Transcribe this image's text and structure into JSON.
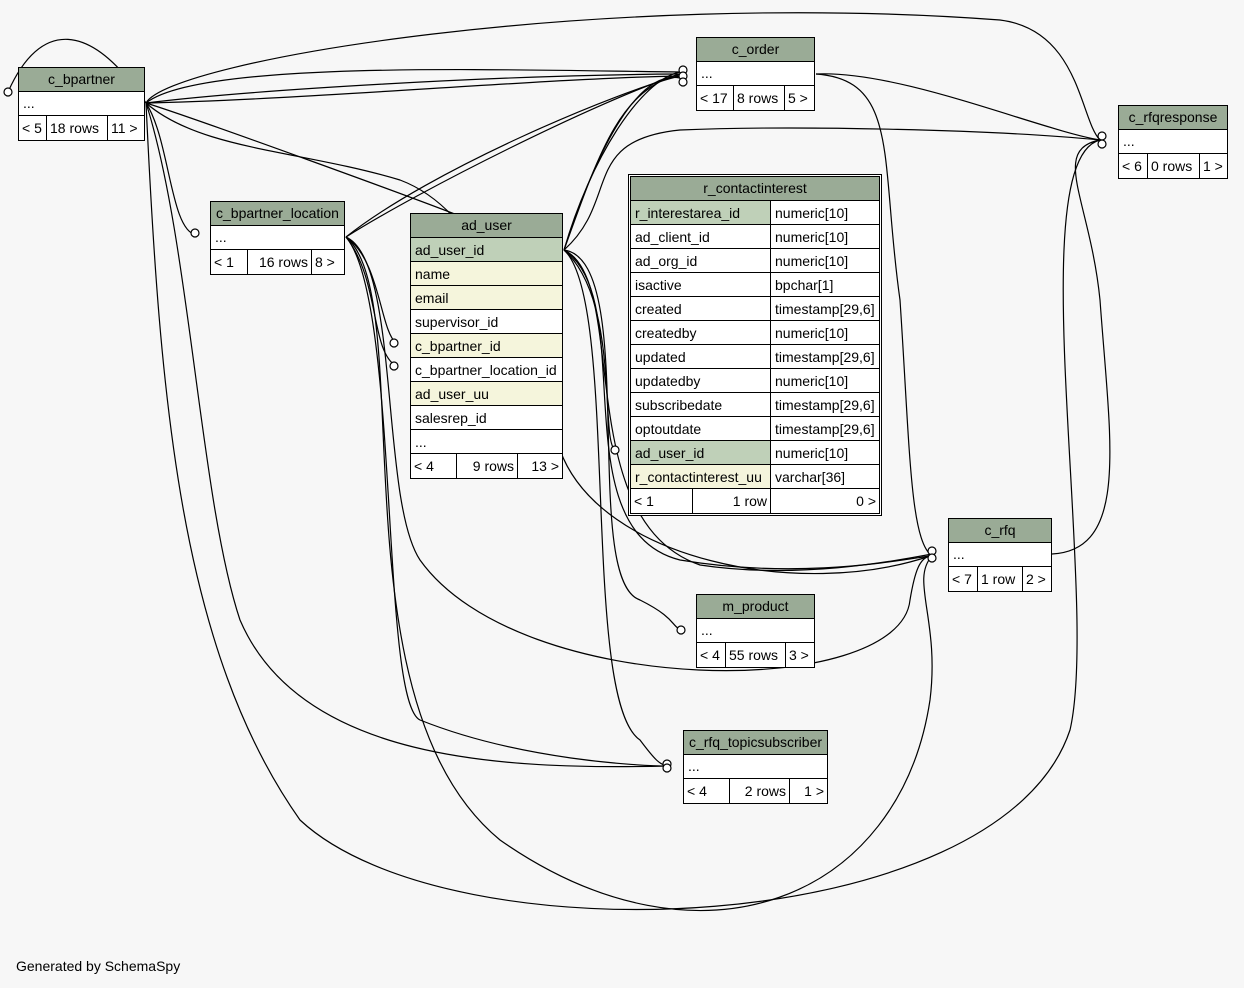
{
  "tables": {
    "c_bpartner": {
      "name": "c_bpartner",
      "body": "...",
      "foot": [
        "< 5",
        "18 rows",
        "11 >"
      ]
    },
    "c_order": {
      "name": "c_order",
      "body": "...",
      "foot": [
        "< 17",
        "8 rows",
        "5 >"
      ]
    },
    "c_rfqresponse": {
      "name": "c_rfqresponse",
      "body": "...",
      "foot": [
        "< 6",
        "0 rows",
        "1 >"
      ]
    },
    "c_bpartner_location": {
      "name": "c_bpartner_location",
      "body": "...",
      "foot": [
        "< 1",
        "16 rows",
        "8 >"
      ]
    },
    "ad_user": {
      "name": "ad_user",
      "columns": [
        "ad_user_id",
        "name",
        "email",
        "supervisor_id",
        "c_bpartner_id",
        "c_bpartner_location_id",
        "ad_user_uu",
        "salesrep_id",
        "..."
      ],
      "foot": [
        "< 4",
        "9 rows",
        "13 >"
      ]
    },
    "r_contactinterest": {
      "name": "r_contactinterest",
      "columns": [
        {
          "name": "r_interestarea_id",
          "type": "numeric[10]"
        },
        {
          "name": "ad_client_id",
          "type": "numeric[10]"
        },
        {
          "name": "ad_org_id",
          "type": "numeric[10]"
        },
        {
          "name": "isactive",
          "type": "bpchar[1]"
        },
        {
          "name": "created",
          "type": "timestamp[29,6]"
        },
        {
          "name": "createdby",
          "type": "numeric[10]"
        },
        {
          "name": "updated",
          "type": "timestamp[29,6]"
        },
        {
          "name": "updatedby",
          "type": "numeric[10]"
        },
        {
          "name": "subscribedate",
          "type": "timestamp[29,6]"
        },
        {
          "name": "optoutdate",
          "type": "timestamp[29,6]"
        },
        {
          "name": "ad_user_id",
          "type": "numeric[10]"
        },
        {
          "name": "r_contactinterest_uu",
          "type": "varchar[36]"
        }
      ],
      "foot": [
        "< 1",
        "1 row",
        "0 >"
      ]
    },
    "c_rfq": {
      "name": "c_rfq",
      "body": "...",
      "foot": [
        "< 7",
        "1 row",
        "2 >"
      ]
    },
    "m_product": {
      "name": "m_product",
      "body": "...",
      "foot": [
        "< 4",
        "55 rows",
        "3 >"
      ]
    },
    "c_rfq_topicsubscriber": {
      "name": "c_rfq_topicsubscriber",
      "body": "...",
      "foot": [
        "< 4",
        "2 rows",
        "1 >"
      ]
    }
  },
  "footer": "Generated by SchemaSpy",
  "colors": {
    "header": "#9aab96",
    "primary_key": "#bfd0b8",
    "indexed": "#f5f5dc",
    "background": "#f7f7f7"
  }
}
